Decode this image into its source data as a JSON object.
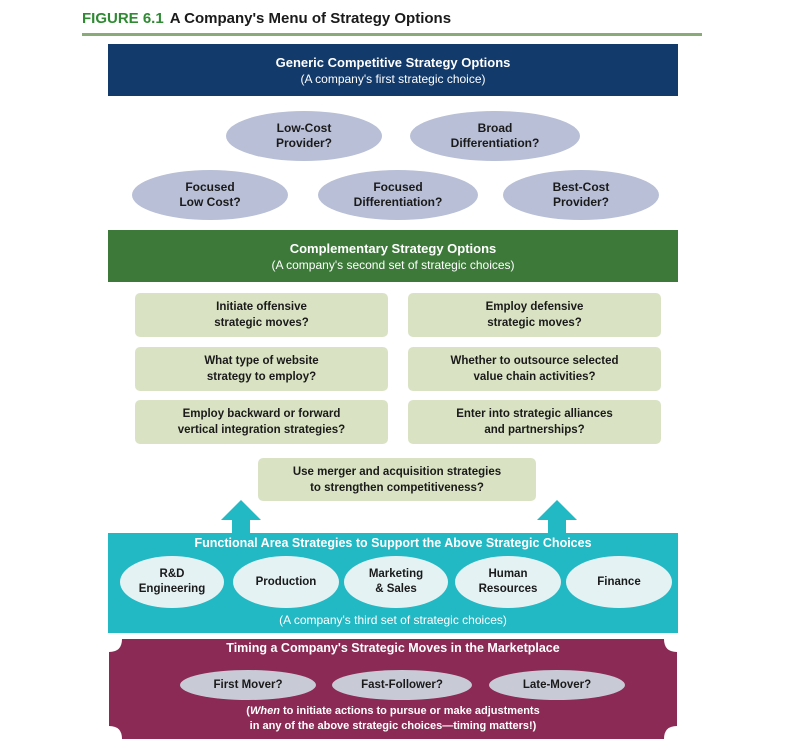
{
  "figure": {
    "number": "FIGURE 6.1",
    "title": "A Company's Menu of Strategy Options"
  },
  "generic": {
    "title": "Generic Competitive Strategy Options",
    "subtitle": "(A company's first strategic choice)",
    "options": [
      [
        "Low-Cost",
        "Provider?"
      ],
      [
        "Broad",
        "Differentiation?"
      ],
      [
        "Focused",
        "Low Cost?"
      ],
      [
        "Focused",
        "Differentiation?"
      ],
      [
        "Best-Cost",
        "Provider?"
      ]
    ]
  },
  "complementary": {
    "title": "Complementary Strategy Options",
    "subtitle": "(A company's second set of strategic choices)",
    "options": [
      [
        "Initiate offensive",
        "strategic moves?"
      ],
      [
        "Employ defensive",
        "strategic moves?"
      ],
      [
        "What type of website",
        "strategy to employ?"
      ],
      [
        "Whether to outsource selected",
        "value chain activities?"
      ],
      [
        "Employ backward or forward",
        "vertical integration strategies?"
      ],
      [
        "Enter into strategic alliances",
        "and partnerships?"
      ],
      [
        "Use merger and acquisition strategies",
        "to strengthen competitiveness?"
      ]
    ]
  },
  "functional": {
    "title": "Functional Area Strategies to Support the Above Strategic Choices",
    "subtitle": "(A company's third set of strategic choices)",
    "areas": [
      [
        "R&D",
        "Engineering"
      ],
      [
        "Production",
        ""
      ],
      [
        "Marketing",
        "& Sales"
      ],
      [
        "Human",
        "Resources"
      ],
      [
        "Finance",
        ""
      ]
    ]
  },
  "timing": {
    "title": "Timing a Company's Strategic Moves in the Marketplace",
    "options": [
      "First Mover?",
      "Fast-Follower?",
      "Late-Mover?"
    ],
    "note_em": "When",
    "note_line1": " to initiate actions to pursue or make adjustments",
    "note_line2": "in any of the above strategic choices—timing matters!)"
  },
  "colors": {
    "generic_band": "#123a6b",
    "complementary_band": "#3d7a3a",
    "functional_band": "#22b8c4",
    "timing_band": "#8b2a55",
    "oval_fill": "#b8bfd6",
    "box_fill": "#d9e3c3"
  }
}
